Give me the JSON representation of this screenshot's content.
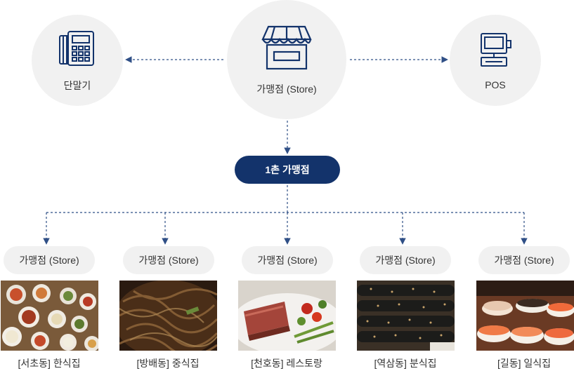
{
  "nodes": {
    "terminal": {
      "label": "단말기",
      "icon": "card-terminal-icon"
    },
    "store_main": {
      "label": "가맹점 (Store)",
      "icon": "storefront-icon"
    },
    "pos": {
      "label": "POS",
      "icon": "pos-register-icon"
    },
    "hub": {
      "label": "1촌 가맹점"
    }
  },
  "stores": [
    {
      "label": "가맹점 (Store)",
      "caption": "[서초동] 한식집",
      "image": "korean-table-photo"
    },
    {
      "label": "가맹점 (Store)",
      "caption": "[방배동] 중식집",
      "image": "jajangmyeon-photo"
    },
    {
      "label": "가맹점 (Store)",
      "caption": "[천호동] 레스토랑",
      "image": "steak-plate-photo"
    },
    {
      "label": "가맹점 (Store)",
      "caption": "[역삼동] 분식집",
      "image": "kimbap-photo"
    },
    {
      "label": "가맹점 (Store)",
      "caption": "[길동] 일식집",
      "image": "sushi-platter-photo"
    }
  ],
  "colors": {
    "navy": "#13336b",
    "circle_bg": "#f1f1f1",
    "connector": "#2f4f86",
    "text": "#333333"
  }
}
